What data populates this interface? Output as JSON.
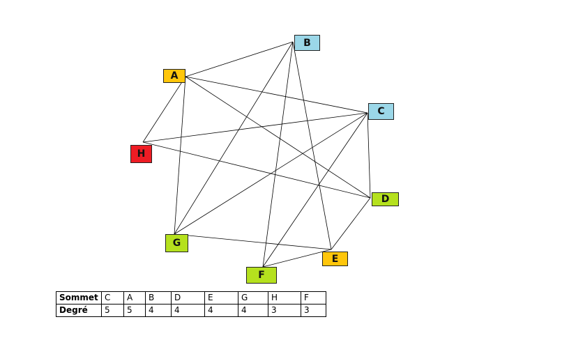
{
  "nodes": [
    {
      "id": "A",
      "color": "#FFC60B"
    },
    {
      "id": "B",
      "color": "#9BD7E8"
    },
    {
      "id": "C",
      "color": "#9BD7E8"
    },
    {
      "id": "D",
      "color": "#B5E11E"
    },
    {
      "id": "E",
      "color": "#FFC60B"
    },
    {
      "id": "F",
      "color": "#B5E11E"
    },
    {
      "id": "G",
      "color": "#B5E11E"
    },
    {
      "id": "H",
      "color": "#EE1C24"
    }
  ],
  "edges": [
    [
      "A",
      "B"
    ],
    [
      "A",
      "C"
    ],
    [
      "A",
      "H"
    ],
    [
      "A",
      "G"
    ],
    [
      "A",
      "D"
    ],
    [
      "B",
      "G"
    ],
    [
      "B",
      "F"
    ],
    [
      "B",
      "E"
    ],
    [
      "C",
      "H"
    ],
    [
      "C",
      "G"
    ],
    [
      "C",
      "F"
    ],
    [
      "C",
      "D"
    ],
    [
      "H",
      "D"
    ],
    [
      "D",
      "E"
    ],
    [
      "G",
      "E"
    ],
    [
      "F",
      "E"
    ]
  ],
  "table": {
    "row1_label": "Sommet",
    "row2_label": "Degré",
    "sommets": [
      "C",
      "A",
      "B",
      "D",
      "E",
      "G",
      "H",
      "F"
    ],
    "degres": [
      "5",
      "5",
      "4",
      "4",
      "4",
      "4",
      "3",
      "3"
    ]
  }
}
